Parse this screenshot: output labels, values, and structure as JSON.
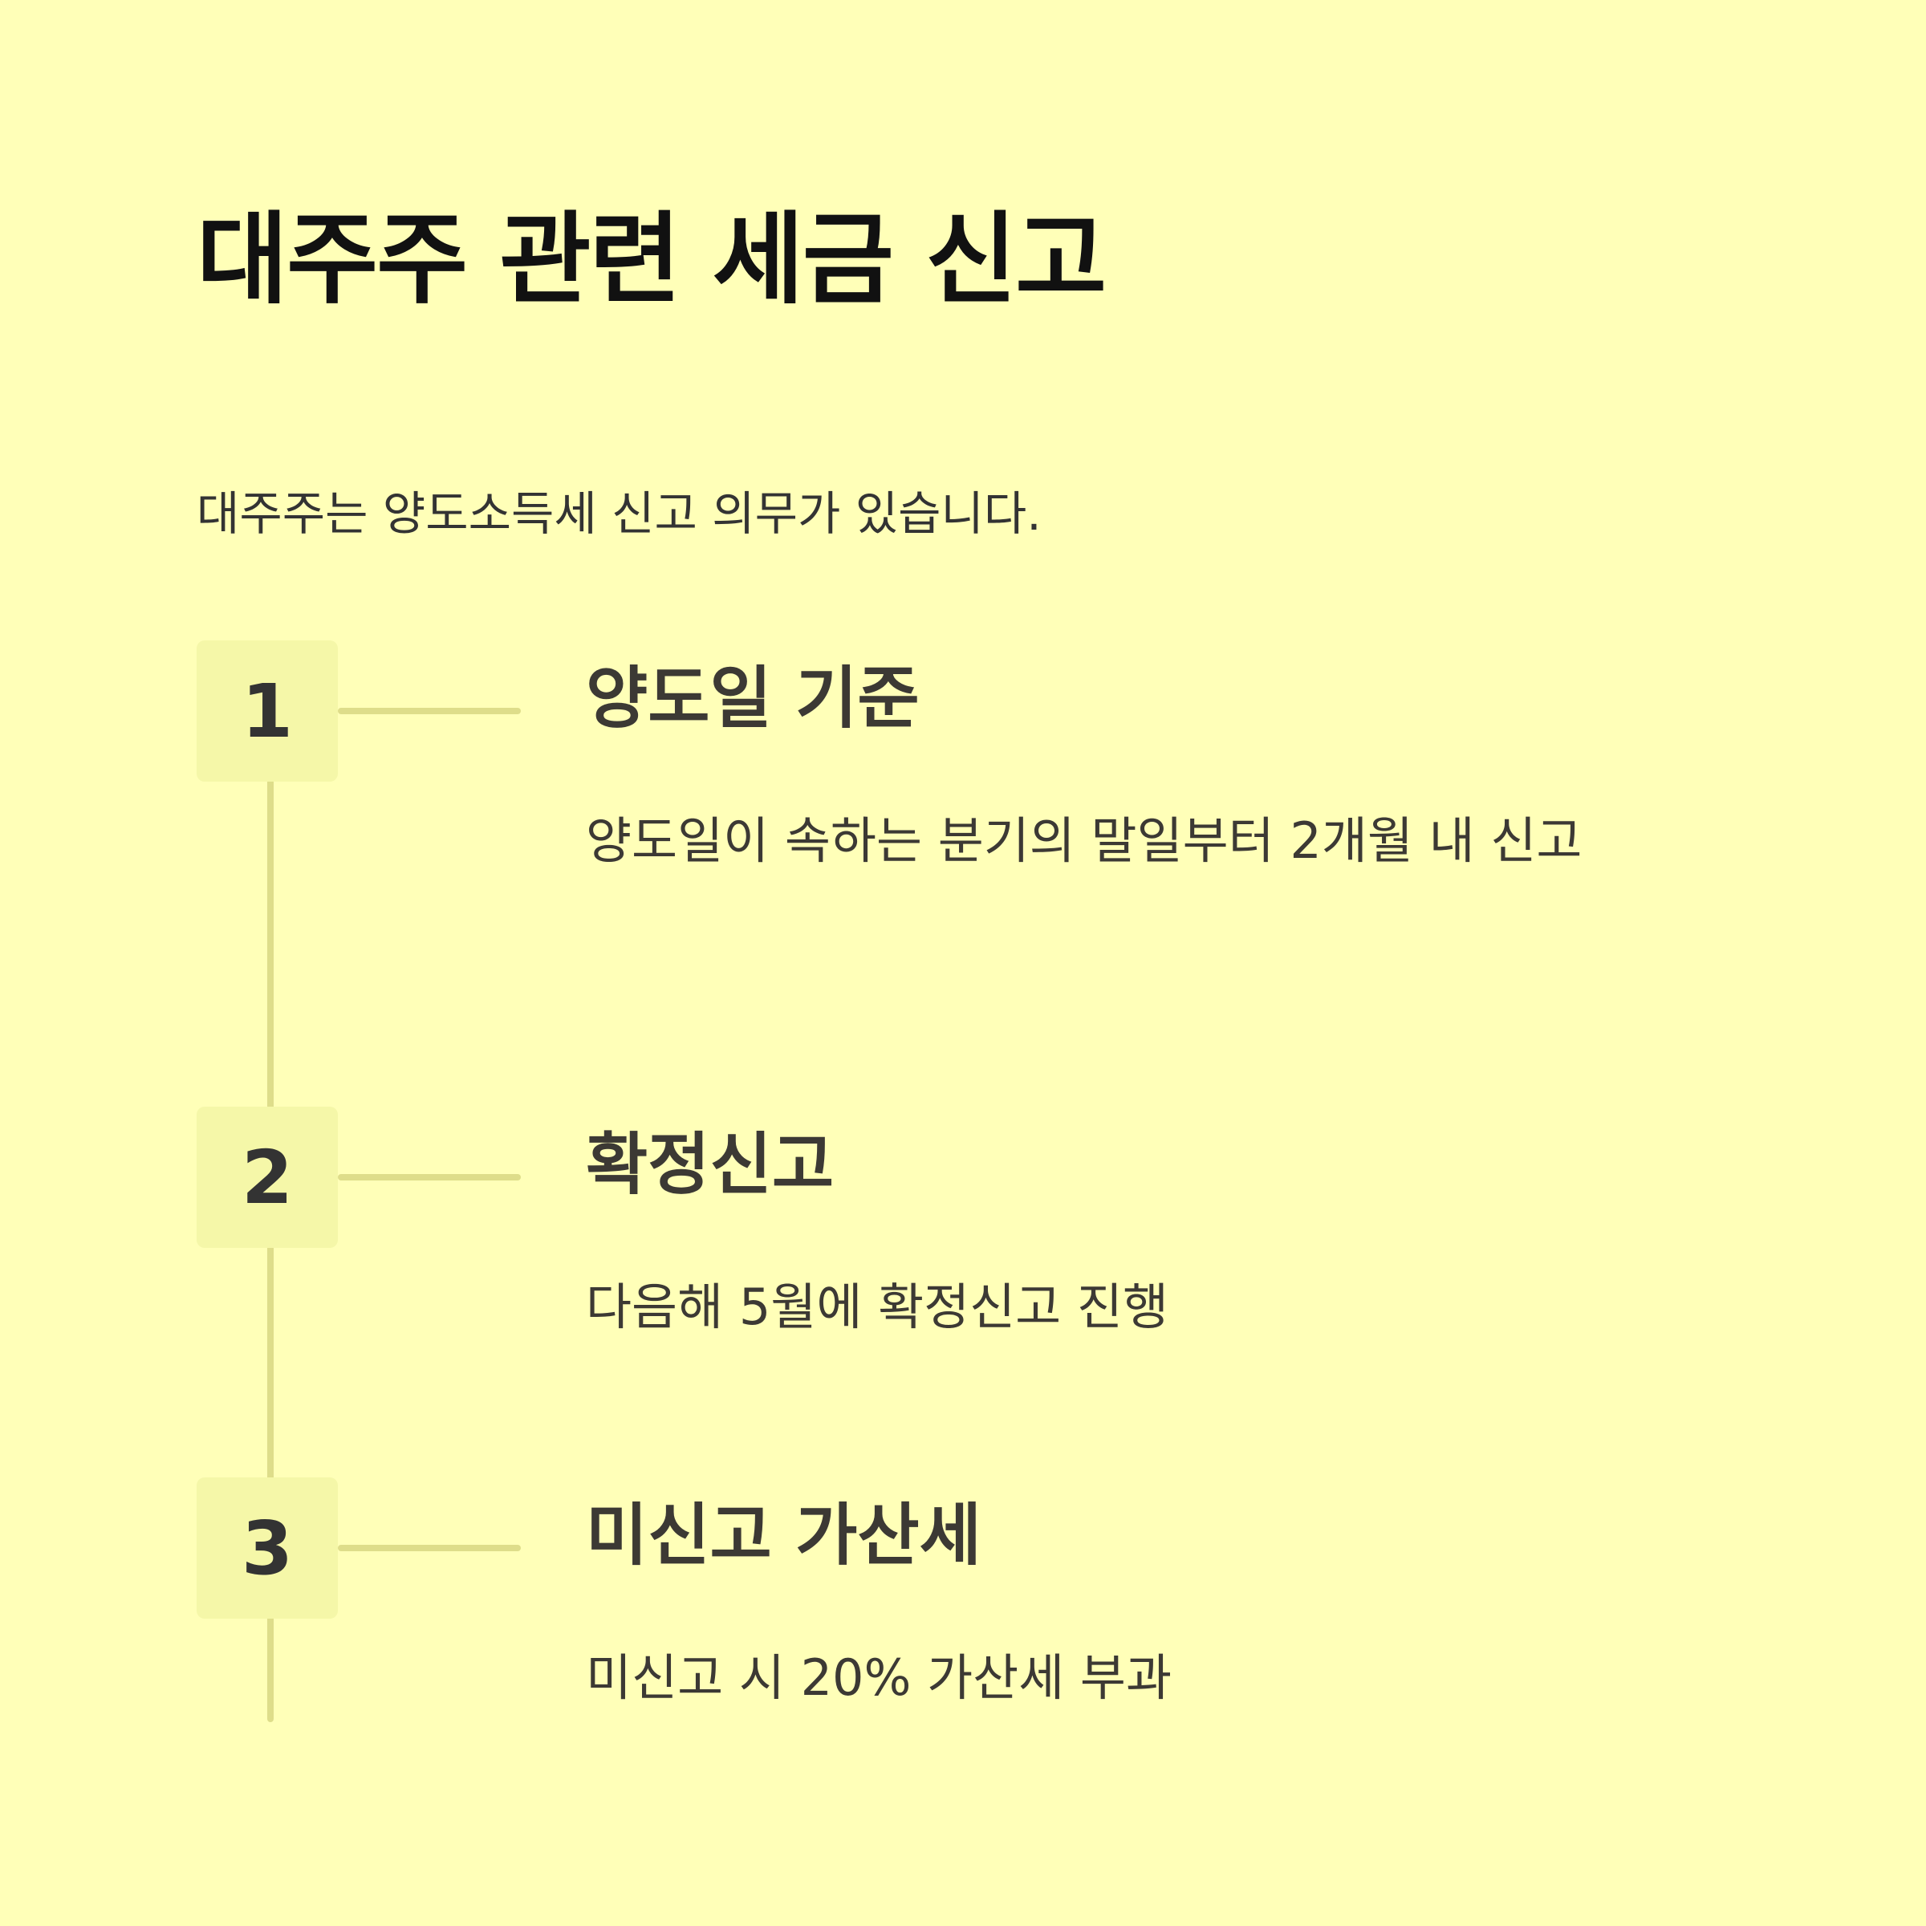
{
  "page": {
    "title": "대주주 관련 세금 신고",
    "intro": "대주주는 양도소득세 신고 의무가 있습니다."
  },
  "steps": [
    {
      "number": "1",
      "title": "양도일 기준",
      "description": "양도일이 속하는 분기의 말일부터 2개월 내 신고"
    },
    {
      "number": "2",
      "title": "확정신고",
      "description": "다음해 5월에 확정신고 진행"
    },
    {
      "number": "3",
      "title": "미신고 가산세",
      "description": "미신고 시 20% 가산세 부과"
    }
  ],
  "colors": {
    "background": "#ffffb8",
    "badge": "#f5f7a8",
    "line": "#dedd8a",
    "title": "#111111",
    "text": "#3c3934"
  }
}
